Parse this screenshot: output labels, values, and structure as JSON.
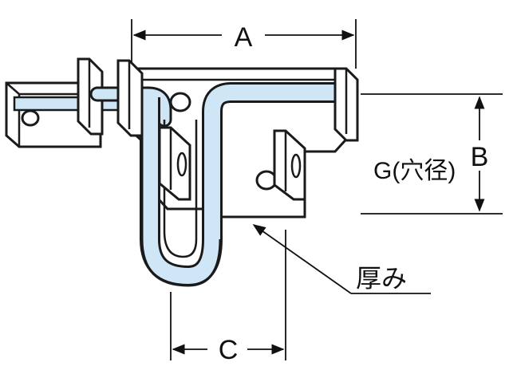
{
  "labels": {
    "a": "A",
    "b": "B",
    "c": "C",
    "g": "G(穴径)",
    "thickness": "厚み"
  },
  "colors": {
    "rod_fill": "#cfe6f6",
    "outline": "#1a1a1a",
    "body_fill": "#ffffff"
  }
}
